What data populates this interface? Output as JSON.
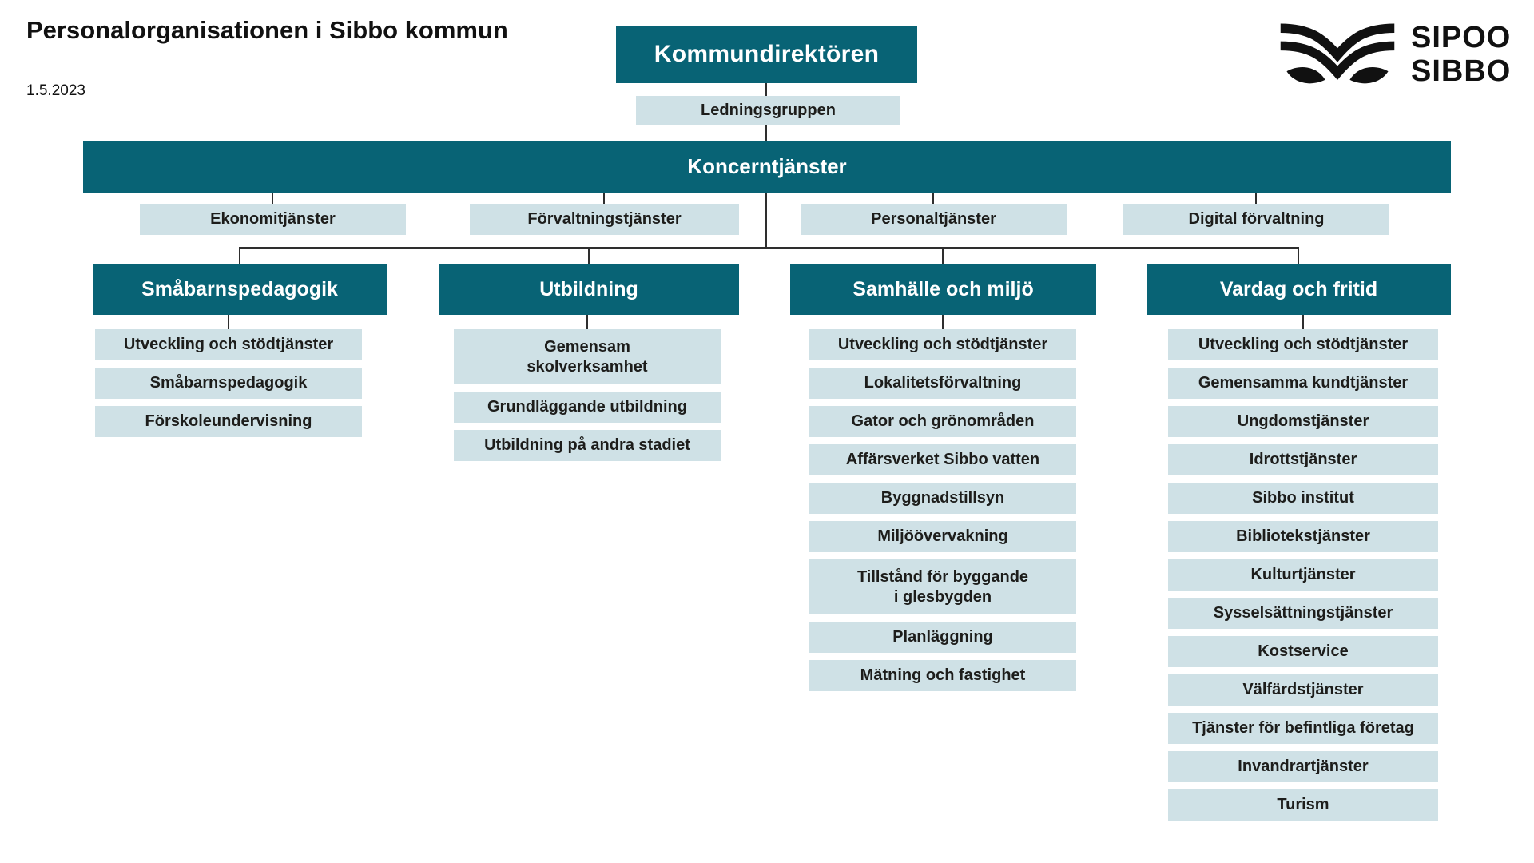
{
  "page": {
    "title": "Personalorganisationen\ni Sibbo kommun",
    "date": "1.5.2023"
  },
  "logo": {
    "text": "SIPOO\nSIBBO"
  },
  "colors": {
    "teal": "#086375",
    "light": "#cfe1e6",
    "line": "#2e2e2e"
  },
  "org": {
    "root": "Kommundirektören",
    "management_group": "Ledningsgruppen",
    "concern": {
      "label": "Koncerntjänster",
      "units": [
        "Ekonomitjänster",
        "Förvaltningstjänster",
        "Personaltjänster",
        "Digital förvaltning"
      ]
    },
    "departments": [
      {
        "label": "Småbarnspedagogik",
        "items": [
          "Utveckling och stödtjänster",
          "Småbarnspedagogik",
          "Förskoleundervisning"
        ]
      },
      {
        "label": "Utbildning",
        "items": [
          "Gemensam\nskolverksamhet",
          "Grundläggande utbildning",
          "Utbildning på andra stadiet"
        ]
      },
      {
        "label": "Samhälle och miljö",
        "items": [
          "Utveckling och stödtjänster",
          "Lokalitetsförvaltning",
          "Gator och grönområden",
          "Affärsverket Sibbo vatten",
          "Byggnadstillsyn",
          "Miljöövervakning",
          "Tillstånd för byggande\ni glesbygden",
          "Planläggning",
          "Mätning och fastighet"
        ]
      },
      {
        "label": "Vardag och fritid",
        "items": [
          "Utveckling och stödtjänster",
          "Gemensamma kundtjänster",
          "Ungdomstjänster",
          "Idrottstjänster",
          "Sibbo institut",
          "Bibliotekstjänster",
          "Kulturtjänster",
          "Sysselsättningstjänster",
          "Kostservice",
          "Välfärdstjänster",
          "Tjänster för befintliga företag",
          "Invandrartjänster",
          "Turism"
        ]
      }
    ]
  }
}
